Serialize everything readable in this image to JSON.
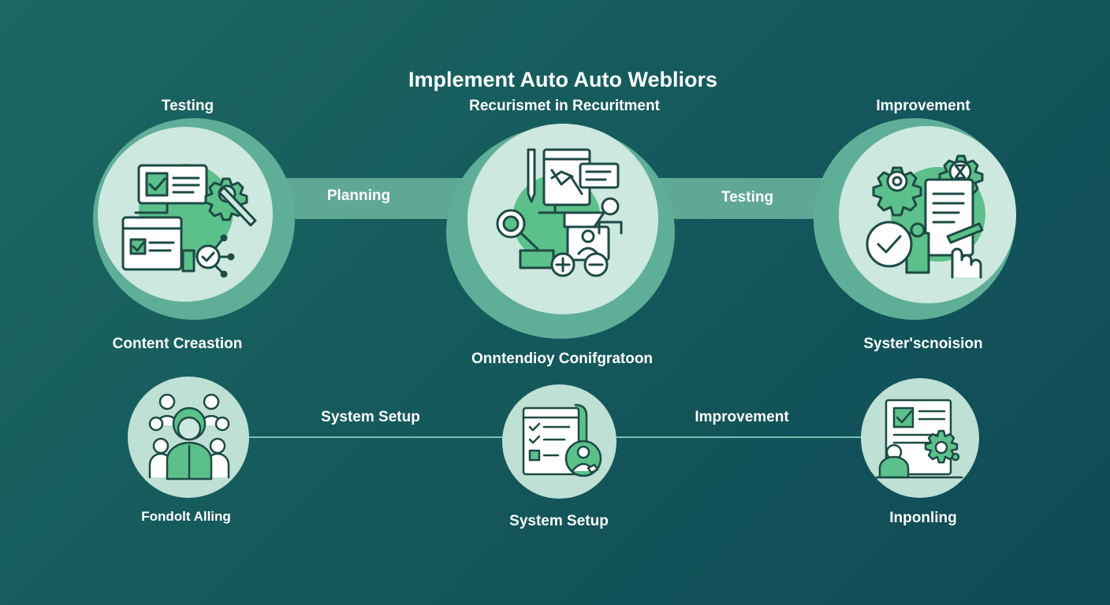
{
  "title": "Implement Auto Auto Webliors",
  "top_row": {
    "left_heading": "Testing",
    "center_heading": "Recurismet in Recuritment",
    "right_heading": "Improvement",
    "left_caption": "Content Creastion",
    "center_caption": "Onntendioy Conifgratoon",
    "right_caption": "Syster'scnoision",
    "band_left_label": "Planning",
    "band_right_label": "Testing"
  },
  "bottom_row": {
    "left_caption": "Fondolt Alling",
    "center_caption": "System Setup",
    "right_caption": "Inponling",
    "line_left_label": "System Setup",
    "line_right_label": "Improvement"
  },
  "icons": {
    "top_left": "checklist-gear-pencil-icon",
    "top_center": "planning-dashboard-icon",
    "top_right": "gear-hourglass-document-icon",
    "bottom_left": "team-group-icon",
    "bottom_center": "checklist-user-icon",
    "bottom_right": "document-gear-user-icon"
  },
  "colors": {
    "background": "#17605d",
    "accent_green": "#5cc08b",
    "band": "#5fa895",
    "disc": "#cde8de",
    "line_art": "#1d4a45"
  }
}
